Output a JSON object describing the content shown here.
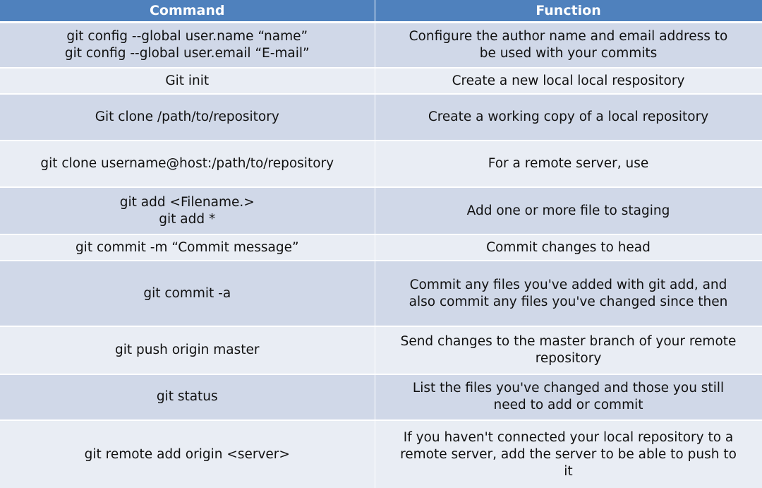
{
  "header": {
    "command": "Command",
    "function": "Function"
  },
  "rows": [
    {
      "command": [
        "git config --global user.name “name”",
        "git config --global user.email “E-mail”"
      ],
      "function": [
        "Configure the author name and email address to",
        "be used with your commits"
      ]
    },
    {
      "command": [
        "Git init"
      ],
      "function": [
        "Create a new local local respository"
      ]
    },
    {
      "command": [
        "Git clone /path/to/repository"
      ],
      "function": [
        "Create a working copy of a local repository"
      ]
    },
    {
      "command": [
        "git clone username@host:/path/to/repository"
      ],
      "function": [
        "For a remote server, use"
      ]
    },
    {
      "command": [
        "git add <Filename.>",
        "git add *"
      ],
      "function": [
        "Add one or more file to staging"
      ]
    },
    {
      "command": [
        "git commit -m “Commit message”"
      ],
      "function": [
        "Commit changes to head"
      ]
    },
    {
      "command": [
        "git commit -a"
      ],
      "function": [
        "Commit any files you've added with git add, and",
        "also commit any files you've changed since then"
      ]
    },
    {
      "command": [
        "git push origin master"
      ],
      "function": [
        "Send changes to the master branch of your remote",
        "repository"
      ]
    },
    {
      "command": [
        "git status"
      ],
      "function": [
        "List the files you've changed and those you still",
        "need to add or commit"
      ]
    },
    {
      "command": [
        "git remote add origin <server>"
      ],
      "function": [
        "If you haven't connected your local repository to a",
        "remote server, add the server to be able to push to",
        "it"
      ]
    }
  ],
  "colors": {
    "header_bg": "#4f81bd",
    "row_odd_bg": "#d0d8e8",
    "row_even_bg": "#e9edf4"
  }
}
